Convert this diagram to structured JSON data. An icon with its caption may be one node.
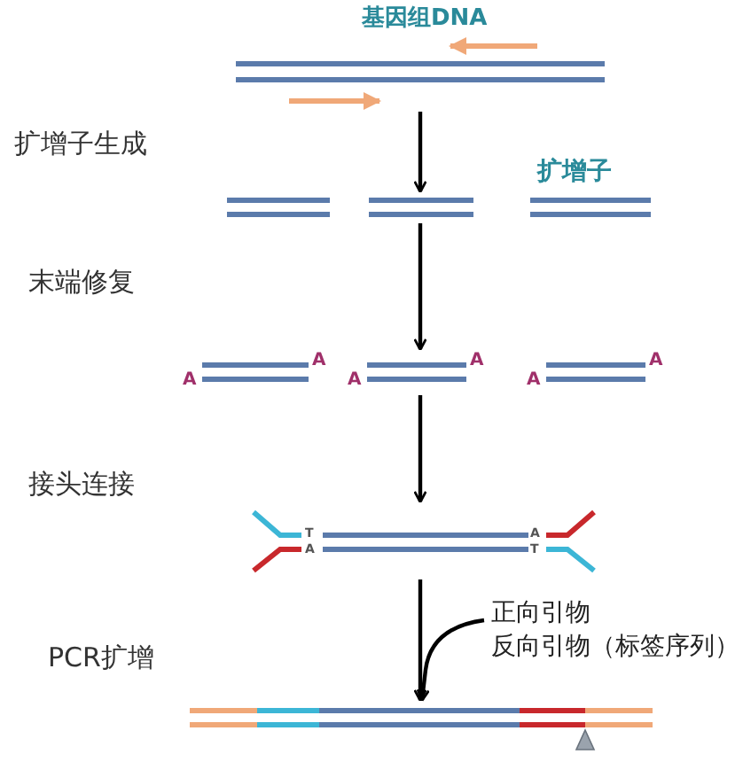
{
  "diagram": {
    "nodes": [
      {
        "text": [
          "基因组DNA"
        ]
      },
      {
        "text": [],
        "shape": "bar"
      },
      {
        "text": [],
        "shape": "bar"
      },
      {
        "text": [],
        "shape": "bar"
      },
      {
        "text": [
          "A",
          "A"
        ]
      },
      {
        "text": [
          "A",
          "A"
        ]
      },
      {
        "text": [
          "A",
          "A"
        ]
      },
      {
        "text": [
          "T",
          "A",
          "A",
          "T"
        ]
      },
      {
        "text": [
          "正向引物",
          "反向引物（标签序列）"
        ]
      },
      {
        "text": [],
        "shape": "bar"
      }
    ],
    "edges": [
      {
        "from": 0,
        "to": 2,
        "arrow": "to"
      },
      {
        "from": 2,
        "to": 5,
        "arrow": "to"
      },
      {
        "from": 5,
        "to": 7,
        "arrow": "to"
      },
      {
        "from": 7,
        "to": 9,
        "arrow": "to"
      },
      {
        "from": 8,
        "to": 9,
        "arrow": "to"
      }
    ],
    "labels": [
      "扩增子生成",
      "扩增子",
      "末端修复",
      "接头连接",
      "PCR扩增"
    ]
  }
}
